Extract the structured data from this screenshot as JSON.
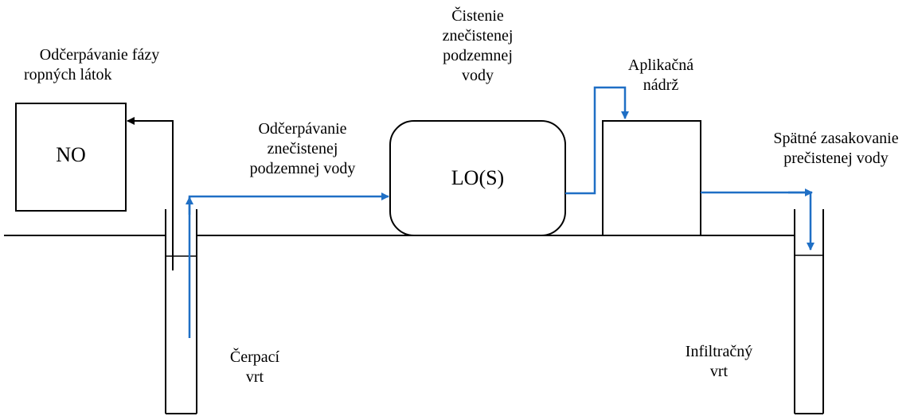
{
  "colors": {
    "line": "#000000",
    "flow": "#1f6fc5",
    "background": "#ffffff"
  },
  "labels": {
    "oil_phase": [
      "Odčerpávanie fázy",
      "ropných látok"
    ],
    "pumping_water": [
      "Odčerpávanie",
      "znečistenej",
      "podzemnej vody"
    ],
    "treatment": [
      "Čistenie",
      "znečistenej",
      "podzemnej",
      "vody"
    ],
    "application_tank": [
      "Aplikačná",
      "nádrž"
    ],
    "reinjection": [
      "Spätné zasakovanie",
      "prečistenej vody"
    ],
    "pumping_well": [
      "Čerpací",
      "vrt"
    ],
    "infiltration_well": [
      "Infiltračný",
      "vrt"
    ]
  },
  "boxes": {
    "no": "NO",
    "los": "LO(S)"
  }
}
